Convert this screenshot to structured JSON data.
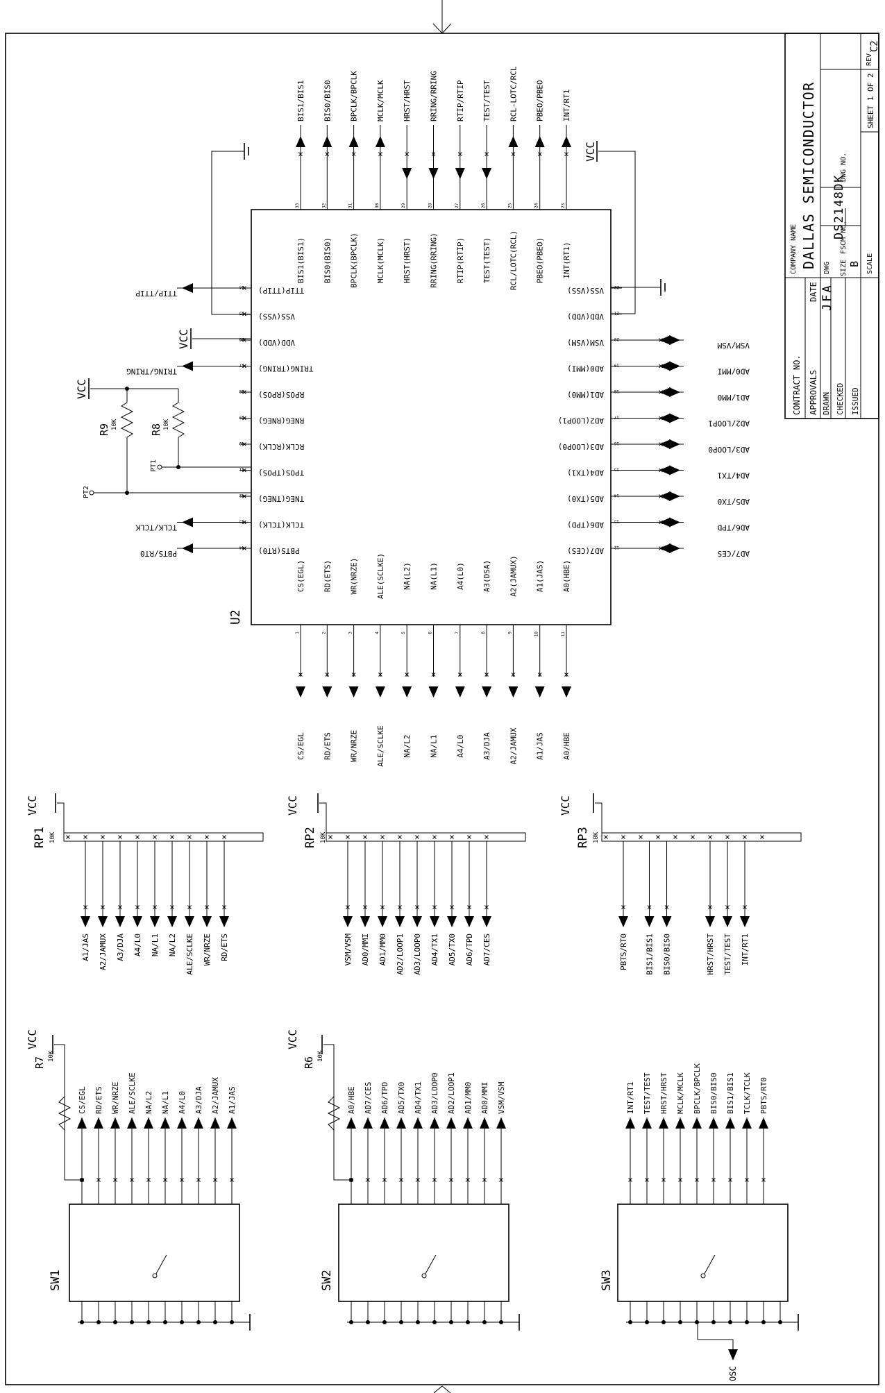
{
  "title_block": {
    "contract_no_label": "CONTRACT NO.",
    "company_name_label": "COMPANY NAME",
    "company_name": "DALLAS SEMICONDUCTOR",
    "approvals_label": "APPROVALS",
    "date_label": "DATE",
    "dwg_label": "DWG",
    "dwg": "DS2148DK",
    "drawn_label": "DRAWN",
    "drawn_by": "JFA",
    "checked_label": "CHECKED",
    "issued_label": "ISSUED",
    "size_label": "SIZE",
    "size": "B",
    "fscm_label": "FSCM NO.",
    "dwg_no_label": "DWG NO.",
    "rev_label": "REV.",
    "rev": "C2",
    "scale_label": "SCALE",
    "sheet": "SHEET 1 OF 2"
  },
  "u2": {
    "ref": "U2",
    "top_pins": [
      {
        "num": "33",
        "inner": "BIS1(BIS1)",
        "net": "BIS1/BIS1",
        "dir": "out"
      },
      {
        "num": "32",
        "inner": "BIS0(BIS0)",
        "net": "BIS0/BIS0",
        "dir": "out"
      },
      {
        "num": "31",
        "inner": "BPCLK(BPCLK)",
        "net": "BPCLK/BPCLK",
        "dir": "out"
      },
      {
        "num": "30",
        "inner": "MCLK(MCLK)",
        "net": "MCLK/MCLK",
        "dir": "out"
      },
      {
        "num": "29",
        "inner": "HRST(HRST)",
        "net": "HRST/HRST",
        "dir": "in"
      },
      {
        "num": "28",
        "inner": "RRING(RRING)",
        "net": "RRING/RRING",
        "dir": "in"
      },
      {
        "num": "27",
        "inner": "RTIP(RTIP)",
        "net": "RTIP/RTIP",
        "dir": "in"
      },
      {
        "num": "26",
        "inner": "TEST(TEST)",
        "net": "TEST/TEST",
        "dir": "in"
      },
      {
        "num": "25",
        "inner": "RCL/LOTC(RCL)",
        "net": "RCL-LOTC/RCL",
        "dir": "out"
      },
      {
        "num": "24",
        "inner": "PBEO(PBEO)",
        "net": "PBEO/PBEO",
        "dir": "out"
      },
      {
        "num": "23",
        "inner": "INT(RT1)",
        "net": "INT/RT1",
        "dir": "out"
      }
    ],
    "bottom_pins": [
      {
        "num": "1",
        "inner": "CS(EGL)",
        "net": "CS/EGL"
      },
      {
        "num": "2",
        "inner": "RD(ETS)",
        "net": "RD/ETS"
      },
      {
        "num": "3",
        "inner": "WR(NRZE)",
        "net": "WR/NRZE"
      },
      {
        "num": "4",
        "inner": "ALE(SCLKE)",
        "net": "ALE/SCLKE"
      },
      {
        "num": "5",
        "inner": "NA(L2)",
        "net": "NA/L2"
      },
      {
        "num": "6",
        "inner": "NA(L1)",
        "net": "NA/L1"
      },
      {
        "num": "7",
        "inner": "A4(L0)",
        "net": "A4/L0"
      },
      {
        "num": "8",
        "inner": "A3(DSA)",
        "net": "A3/DJA"
      },
      {
        "num": "9",
        "inner": "A2(JAMUX)",
        "net": "A2/JAMUX"
      },
      {
        "num": "10",
        "inner": "A1(JAS)",
        "net": "A1/JAS"
      },
      {
        "num": "11",
        "inner": "A0(HBE)",
        "net": "A0/HBE"
      }
    ],
    "left_pins": [
      {
        "num": "34",
        "inner": "TTIP(TTIP)",
        "net": "TTIP/TTIP"
      },
      {
        "num": "35",
        "inner": "VSS(VSS)",
        "net": ""
      },
      {
        "num": "36",
        "inner": "VDD(VDD)",
        "net": "VCC"
      },
      {
        "num": "37",
        "inner": "TRING(TRING)",
        "net": "TRING/TRING"
      },
      {
        "num": "38",
        "inner": "RPOS(RPOS)",
        "net": ""
      },
      {
        "num": "39",
        "inner": "RNEG(RNEG)",
        "net": ""
      },
      {
        "num": "40",
        "inner": "RCLK(RCLK)",
        "net": ""
      },
      {
        "num": "41",
        "inner": "TPOS(TPOS)",
        "net": ""
      },
      {
        "num": "42",
        "inner": "TNEG(TNEG)",
        "net": ""
      },
      {
        "num": "43",
        "inner": "TCLK(TCLK)",
        "net": "TCLK/TCLK"
      },
      {
        "num": "44",
        "inner": "PBTS(RT0)",
        "net": "PBTS/RT0"
      }
    ],
    "right_pins": [
      {
        "num": "22",
        "inner": "VSS(VSS)",
        "net": ""
      },
      {
        "num": "21",
        "inner": "VDD(VDD)",
        "net": "VCC"
      },
      {
        "num": "20",
        "inner": "VSM(VSM)",
        "net": "VSM/VSM"
      },
      {
        "num": "19",
        "inner": "AD0(MMI)",
        "net": "AD0/MMI"
      },
      {
        "num": "18",
        "inner": "AD1(MM0)",
        "net": "AD1/MM0"
      },
      {
        "num": "17",
        "inner": "AD2(LOOP1)",
        "net": "AD2/LOOP1"
      },
      {
        "num": "16",
        "inner": "AD3(LOOP0)",
        "net": "AD3/LOOP0"
      },
      {
        "num": "15",
        "inner": "AD4(TX1)",
        "net": "AD4/TX1"
      },
      {
        "num": "14",
        "inner": "AD5(TX0)",
        "net": "AD5/TX0"
      },
      {
        "num": "13",
        "inner": "AD6(TPD)",
        "net": "AD6/TPD"
      },
      {
        "num": "12",
        "inner": "AD7(CES)",
        "net": "AD7/CES"
      }
    ]
  },
  "resistors": {
    "r9": {
      "ref": "R9",
      "value": "10K"
    },
    "r8": {
      "ref": "R8",
      "value": "10K"
    },
    "r7": {
      "ref": "R7",
      "value": "10K"
    },
    "r6": {
      "ref": "R6",
      "value": "10K"
    }
  },
  "test_points": {
    "pt1": "PT1",
    "pt2": "PT2"
  },
  "vcc_label": "VCC",
  "rp1": {
    "ref": "RP1",
    "value": "10K",
    "nets": [
      "A1/JAS",
      "A2/JAMUX",
      "A3/DJA",
      "A4/L0",
      "NA/L1",
      "NA/L2",
      "ALE/SCLKE",
      "WR/NRZE",
      "RD/ETS"
    ]
  },
  "rp2": {
    "ref": "RP2",
    "value": "10K",
    "nets": [
      "VSM/VSM",
      "AD0/MMI",
      "AD1/MM0",
      "AD2/LOOP1",
      "AD3/LOOP0",
      "AD4/TX1",
      "AD5/TX0",
      "AD6/TPD",
      "AD7/CES"
    ]
  },
  "rp3": {
    "ref": "RP3",
    "value": "10K",
    "nets": [
      "PBTS/RT0",
      "BIS1/BIS1",
      "BIS0/BIS0",
      "HRST/HRST",
      "TEST/TEST",
      "INT/RT1"
    ]
  },
  "sw1": {
    "ref": "SW1",
    "nets": [
      "CS/EGL",
      "RD/ETS",
      "WR/NRZE",
      "ALE/SCLKE",
      "NA/L2",
      "NA/L1",
      "A4/L0",
      "A3/DJA",
      "A2/JAMUX",
      "A1/JAS"
    ]
  },
  "sw2": {
    "ref": "SW2",
    "nets": [
      "A0/HBE",
      "AD7/CES",
      "AD6/TPD",
      "AD5/TX0",
      "AD4/TX1",
      "AD3/LOOP0",
      "AD2/LOOP1",
      "AD1/MM0",
      "AD0/MMI",
      "VSM/VSM"
    ]
  },
  "sw3": {
    "ref": "SW3",
    "nets": [
      "INT/RT1",
      "TEST/TEST",
      "HRST/HRST",
      "MCLK/MCLK",
      "BPCLK/BPCLK",
      "BIS0/BIS0",
      "BIS1/BIS1",
      "TCLK/TCLK",
      "PBTS/RT0"
    ]
  },
  "osc_label": "OSC"
}
